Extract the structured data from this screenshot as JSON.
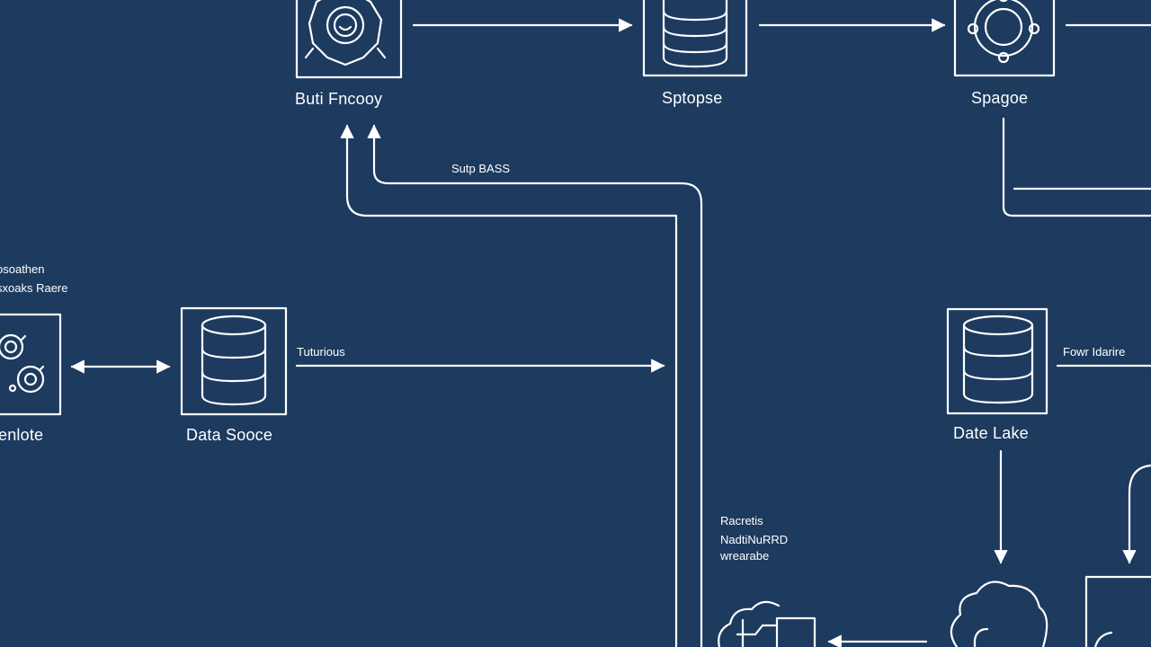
{
  "diagram": {
    "background": "#1d3a5f",
    "stroke": "#ffffff",
    "nodes": {
      "build_factory": {
        "label": "Buti Fncooy",
        "icon": "gear-icon"
      },
      "spltopse": {
        "label": "Sptopse",
        "icon": "database-icon"
      },
      "spagoe": {
        "label": "Spagoe",
        "icon": "gear-ring-icon"
      },
      "enlote": {
        "label": "enlote",
        "icon": "gears-cluster-icon"
      },
      "data_source": {
        "label": "Data Sooce",
        "icon": "database-icon"
      },
      "data_lake": {
        "label": "Date Lake",
        "icon": "database-icon"
      },
      "cloud_bottom": {
        "icon": "cloud-icon"
      },
      "cloud_folder": {
        "icon": "cloud-folder-icon"
      },
      "monitor_right": {
        "icon": "monitor-icon"
      }
    },
    "edge_labels": {
      "loop": "Sutp BASS",
      "source_arrow": "Tuturious",
      "left_top": "osoathen",
      "left_bottom": "sxoaks Raere",
      "middle_1": "Racretis",
      "middle_2": "NadtiNuRRD",
      "middle_3": "wrearabe",
      "right": "Fowr Idarire"
    }
  }
}
